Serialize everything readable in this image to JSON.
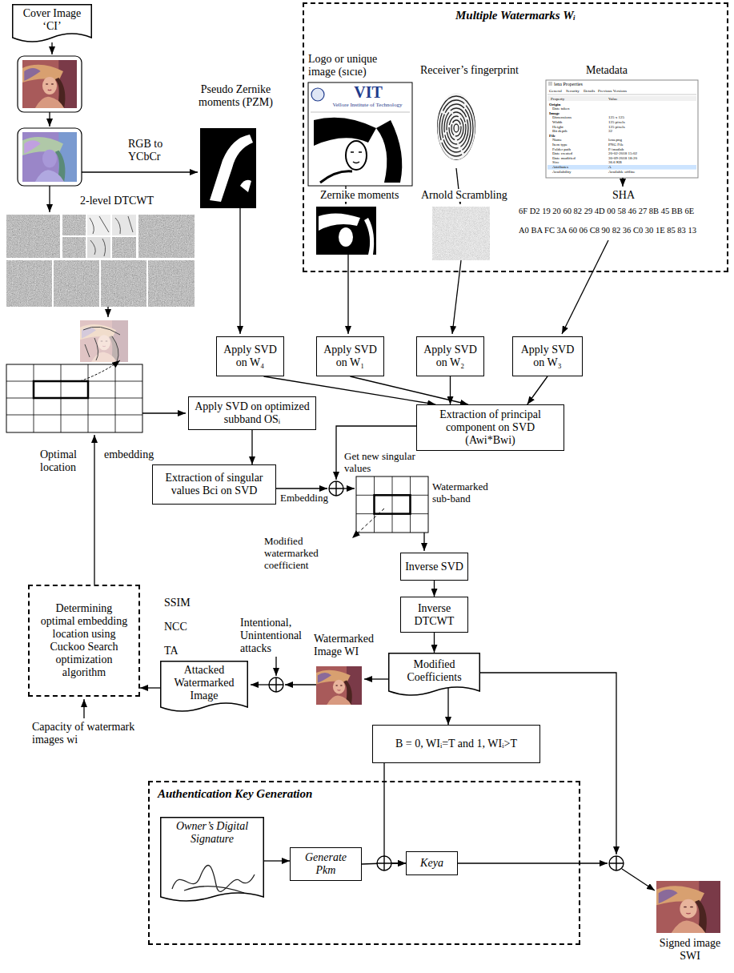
{
  "diagram": {
    "nodes": [
      {
        "text": [
          "Cover Image ‘CI’"
        ]
      },
      {
        "text": [
          "Multiple Watermarks Wᵢ"
        ]
      },
      {
        "text": [
          "Apply SVD on W₄"
        ]
      },
      {
        "text": [
          "Apply SVD on W₁"
        ]
      },
      {
        "text": [
          "Apply SVD on W₂"
        ]
      },
      {
        "text": [
          "Apply SVD on W₃"
        ]
      },
      {
        "text": [
          "Apply SVD on optimized subband OSᵢ"
        ]
      },
      {
        "text": [
          "Extraction of principal component on SVD (Awi*Bwi)"
        ]
      },
      {
        "text": [
          "Extraction of singular values Bci on SVD"
        ]
      },
      {
        "text": [
          "Inverse SVD"
        ]
      },
      {
        "text": [
          "Determining optimal embedding location using Cuckoo Search optimization algorithm"
        ]
      },
      {
        "text": [
          "Inverse DTCWT"
        ]
      },
      {
        "text": [
          "Attacked Watermarked Image"
        ]
      },
      {
        "text": [
          "Modified Coefficients"
        ]
      },
      {
        "text": [
          "B = 0, WIᵢ=T and 1, WIᵢ>T"
        ]
      },
      {
        "text": [
          "Authentication Key Generation"
        ]
      },
      {
        "text": [
          "Owner’s Digital Signature"
        ],
        "in": 15
      },
      {
        "text": [
          "Generate Pkm"
        ],
        "in": 15
      },
      {
        "text": [
          "Keya"
        ],
        "in": 15
      }
    ],
    "edges": [
      {
        "from": 2,
        "to": 7,
        "arrow": "to"
      },
      {
        "from": 3,
        "to": 7,
        "arrow": "to"
      },
      {
        "from": 4,
        "to": 7,
        "arrow": "to"
      },
      {
        "from": 5,
        "to": 7,
        "arrow": "to"
      },
      {
        "from": 6,
        "to": 8,
        "arrow": "to"
      },
      {
        "from": 9,
        "to": 11,
        "arrow": "to"
      },
      {
        "from": 11,
        "to": 13,
        "arrow": "to"
      },
      {
        "from": 12,
        "to": 10,
        "arrow": "to"
      },
      {
        "from": 13,
        "to": 14,
        "arrow": "to"
      },
      {
        "from": 16,
        "to": 17,
        "arrow": "to"
      },
      {
        "from": 17,
        "to": 18,
        "arrow": "to"
      },
      {
        "from": 14,
        "to": 18,
        "arrow": "to"
      }
    ],
    "labels": [
      "RGB to YCbCr",
      "Pseudo Zernike moments (PZM)",
      "2-level DTCWT",
      "Logo or unique image (sıcıe)",
      "VIT",
      "Vellore Institute of Technology",
      "Receiver’s fingerprint",
      "Metadata",
      "lena Properties",
      "General",
      "Security",
      "Details",
      "Previous Versions",
      "Property",
      "Value",
      "Origin",
      "Date taken",
      "Image",
      "Dimensions",
      "125 x 125",
      "Width",
      "125 pixels",
      "Height",
      "125 pixels",
      "Bit depth",
      "32",
      "File",
      "Name",
      "lena.png",
      "Item type",
      "PNG File",
      "Folder path",
      "F:\\matlab",
      "Date created",
      "20-02-2018 15:02",
      "Date modified",
      "30-09-2018 18:20",
      "Size",
      "36.6 KB",
      "Attributes",
      "A",
      "Availability",
      "Available offline",
      "Zernike moments",
      "Arnold Scrambling",
      "SHA",
      "6F D2 19 20 60 82 29 4D 00 58 46 27 8B 45 BB 6E",
      "A0 BA FC 3A 60 06 C8 90 82 36 C0 30 1E 85 83 13",
      "Embedding",
      "Get new singular values",
      "Watermarked sub-band",
      "Modified watermarked coefficient",
      "Optimal location",
      "embedding",
      "SSIM",
      "NCC",
      "TA",
      "Watermarked Image WI",
      "Intentional, Unintentional attacks",
      "Capacity of watermark images wi",
      "Signed image SWI"
    ]
  }
}
